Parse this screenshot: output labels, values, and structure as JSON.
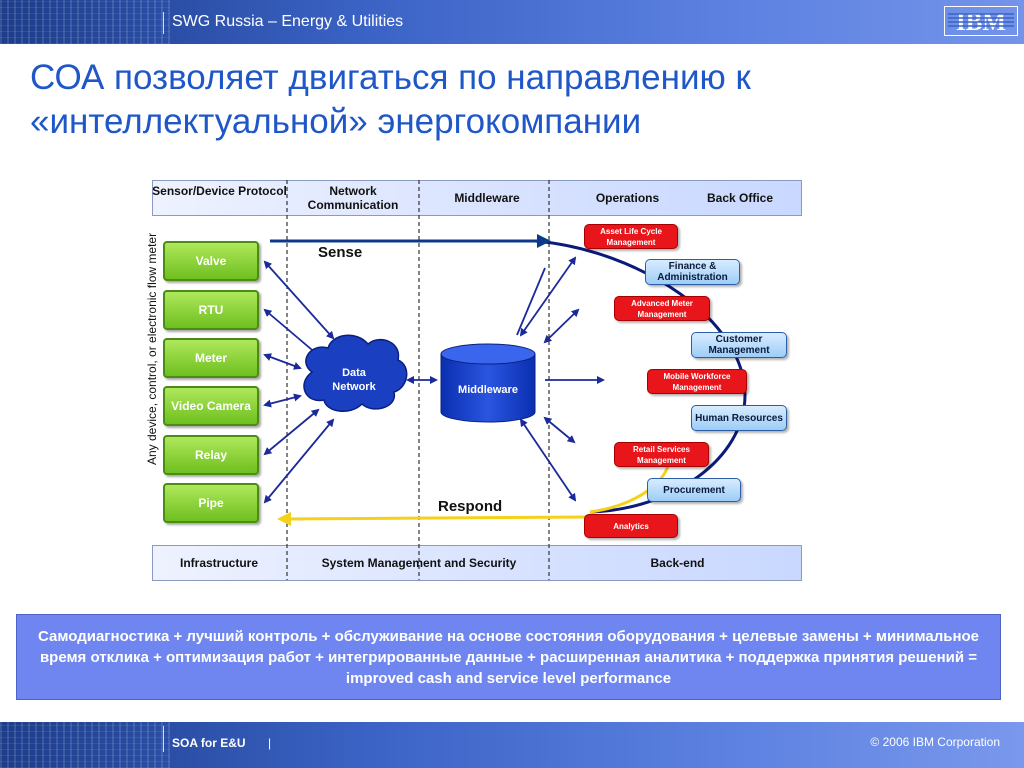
{
  "header": {
    "text": "SWG Russia – Energy & Utilities",
    "logo": "IBM"
  },
  "title": {
    "line1": "СОА позволяет двигаться по направлению к",
    "line2": "«интеллектуальной» энергокомпании"
  },
  "diagram": {
    "top_band": {
      "sensor": "Sensor/Device Protocol",
      "network": "Network Communication",
      "middleware": "Middleware",
      "operations": "Operations",
      "backoffice": "Back Office"
    },
    "bottom_band": {
      "infra": "Infrastructure",
      "sysmgmt": "System Management and Security",
      "backend": "Back-end"
    },
    "devices": [
      "Valve",
      "RTU",
      "Meter",
      "Video Camera",
      "Relay",
      "Pipe"
    ],
    "vertical_label": "Any device, control, or electronic flow meter",
    "data_network": "Data Network",
    "middleware_label": "Middleware",
    "sense": "Sense",
    "respond": "Respond",
    "ops": [
      "Asset Life Cycle Management",
      "Finance & Administration",
      "Advanced Meter Management",
      "Customer Management",
      "Mobile Workforce Management",
      "Human Resources",
      "Retail Services Management",
      "Procurement",
      "Analytics"
    ],
    "colors": {
      "device_green": "#7dcb2a",
      "ops_red": "#e8151b",
      "ops_blue": "#aed6fb",
      "arrow_blue": "#1a2a9a",
      "arc_navy": "#0c1a7a",
      "arc_yellow": "#f5d11a"
    }
  },
  "info": "Самодиагностика + лучший контроль + обслуживание на основе состояния оборудования + целевые замены + минимальное время отклика + оптимизация работ + интегрированные данные + расширенная аналитика + поддержка принятия решений = improved cash and service level performance",
  "footer": {
    "label": "SOA for E&U",
    "separator": "|",
    "copyright": "© 2006  IBM Corporation"
  }
}
